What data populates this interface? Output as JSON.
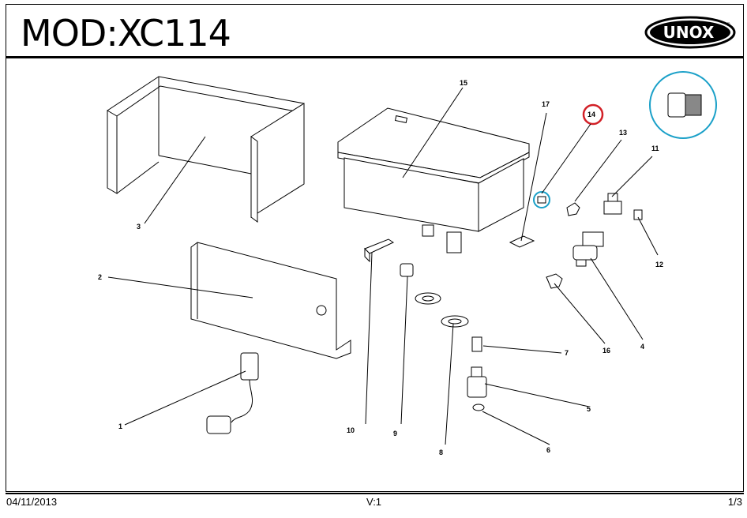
{
  "header": {
    "title": "MOD:XC114",
    "logo_text": "UNOX"
  },
  "callouts": [
    "1",
    "2",
    "3",
    "4",
    "5",
    "6",
    "7",
    "8",
    "9",
    "10",
    "11",
    "12",
    "13",
    "14",
    "15",
    "16",
    "17"
  ],
  "highlights": {
    "callout_circle_color": "#d22027",
    "part_circle_color": "#1aa0c8"
  },
  "footer": {
    "date": "04/11/2013",
    "version": "V:1",
    "page": "1/3"
  }
}
